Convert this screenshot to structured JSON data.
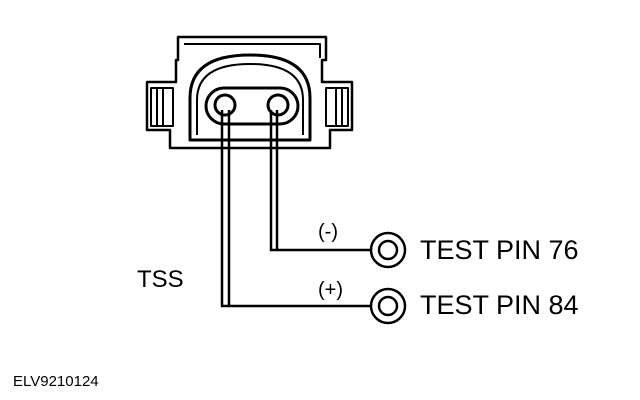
{
  "labels": {
    "sensor": "TSS",
    "pin_neg_sign": "(-)",
    "pin_neg": "TEST PIN 76",
    "pin_pos_sign": "(+)",
    "pin_pos": "TEST PIN 84",
    "figure_id": "ELV9210124"
  }
}
